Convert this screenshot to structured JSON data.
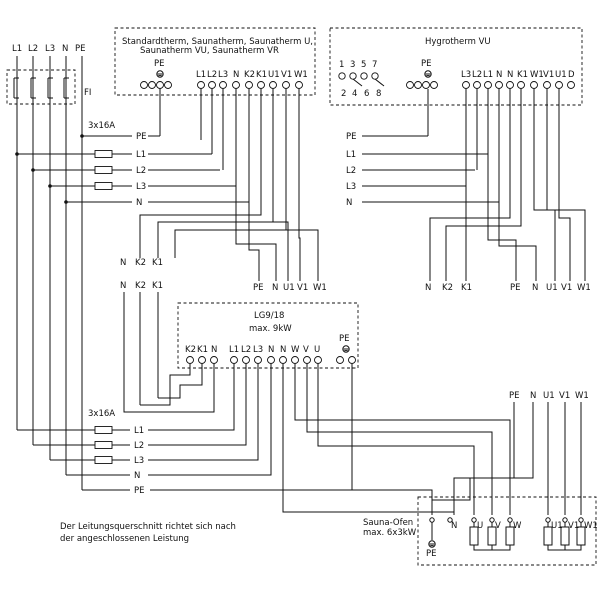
{
  "mains": {
    "labels": [
      "L1",
      "L2",
      "L3",
      "N",
      "PE"
    ],
    "fi_label": "FI"
  },
  "upper_fuse": {
    "label": "3x16A",
    "lines": [
      "PE",
      "L1",
      "L2",
      "L3",
      "N"
    ]
  },
  "lower_fuse": {
    "label": "3x16A",
    "lines": [
      "L1",
      "L2",
      "L3",
      "N",
      "PE"
    ]
  },
  "box_standard": {
    "title_line1": "Standardtherm, Saunatherm, Saunatherm U,",
    "title_line2": "Saunatherm VU, Saunatherm VR",
    "pe_label": "PE",
    "terminals": [
      "L1",
      "L2",
      "L3",
      "N",
      "K2",
      "K1",
      "U1",
      "V1",
      "W1"
    ]
  },
  "box_hygro": {
    "title": "Hygrotherm VU",
    "top_numbers": [
      "1",
      "3",
      "5",
      "7"
    ],
    "bottom_numbers": [
      "2",
      "4",
      "6",
      "8"
    ],
    "pe_label": "PE",
    "terminals": [
      "L3",
      "L2",
      "L1",
      "N",
      "N",
      "K1",
      "W1",
      "V1",
      "U1",
      "D"
    ]
  },
  "left_group": {
    "row1": [
      "N",
      "K2",
      "K1"
    ],
    "row2": [
      "N",
      "K2",
      "K1"
    ],
    "outs": [
      "PE",
      "N",
      "U1",
      "V1",
      "W1"
    ]
  },
  "hygro_outs": [
    "N",
    "K2",
    "K1",
    "PE",
    "N",
    "U1",
    "V1",
    "W1"
  ],
  "box_lg": {
    "title": "LG9/18",
    "subtitle": "max. 9kW",
    "pe_label": "PE",
    "terminals": [
      "K2",
      "K1",
      "N",
      "L1",
      "L2",
      "L3",
      "N",
      "N",
      "W",
      "V",
      "U"
    ]
  },
  "oven_top_labels": [
    "PE",
    "N",
    "U1",
    "V1",
    "W1"
  ],
  "box_oven": {
    "title": "Sauna-Ofen",
    "subtitle": "max. 6x3kW",
    "pe_label": "PE",
    "n_label": "N",
    "heater_labels": [
      "U",
      "V",
      "W",
      "U1",
      "V1",
      "W1"
    ]
  },
  "note": {
    "line1": "Der Leitungsquerschnitt richtet sich nach",
    "line2": "der angeschlossenen Leistung"
  }
}
